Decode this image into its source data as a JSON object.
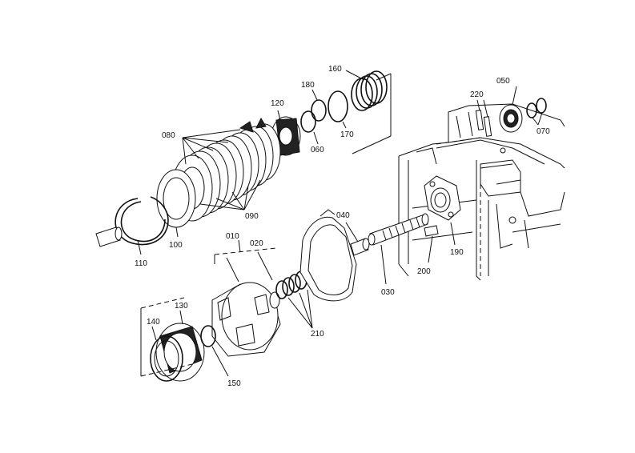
{
  "callouts": {
    "c010": "010",
    "c020": "020",
    "c030": "030",
    "c040": "040",
    "c050": "050",
    "c060": "060",
    "c070": "070",
    "c080": "080",
    "c090": "090",
    "c100": "100",
    "c110": "110",
    "c120": "120",
    "c130": "130",
    "c140": "140",
    "c150": "150",
    "c160": "160",
    "c170": "170",
    "c180": "180",
    "c190": "190",
    "c200": "200",
    "c210": "210",
    "c220": "220"
  }
}
